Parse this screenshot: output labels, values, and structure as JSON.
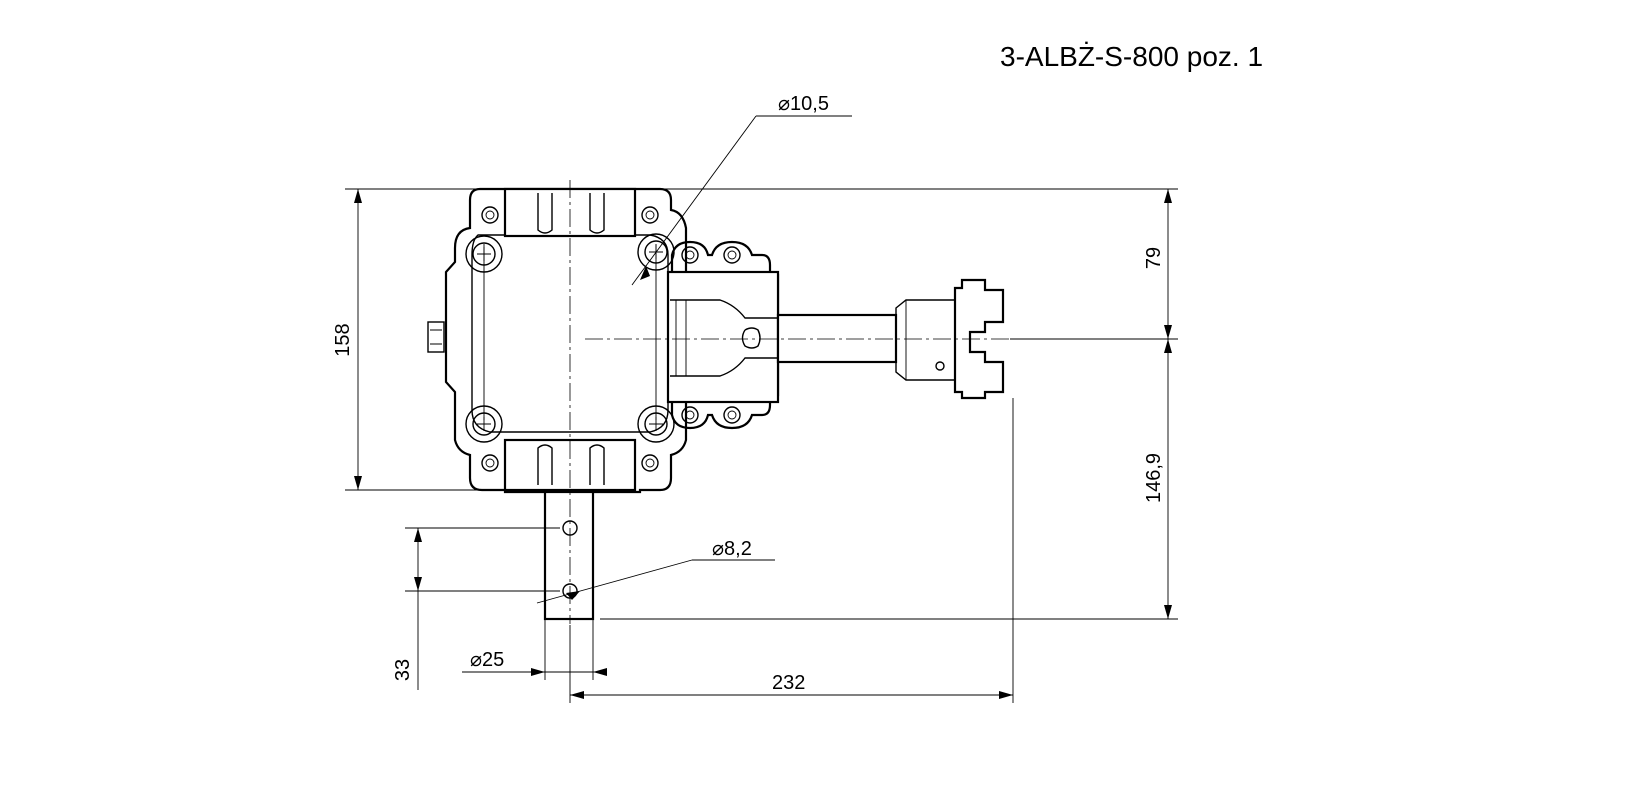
{
  "drawing": {
    "title": "3-ALBŻ-S-800 poz. 1",
    "dimensions": {
      "hole_large": "⌀10,5",
      "hole_small": "⌀8,2",
      "shaft_diameter": "⌀25",
      "height_total": "158",
      "height_upper": "79",
      "height_lower": "146,9",
      "shaft_length": "33",
      "length_to_end": "232"
    }
  }
}
